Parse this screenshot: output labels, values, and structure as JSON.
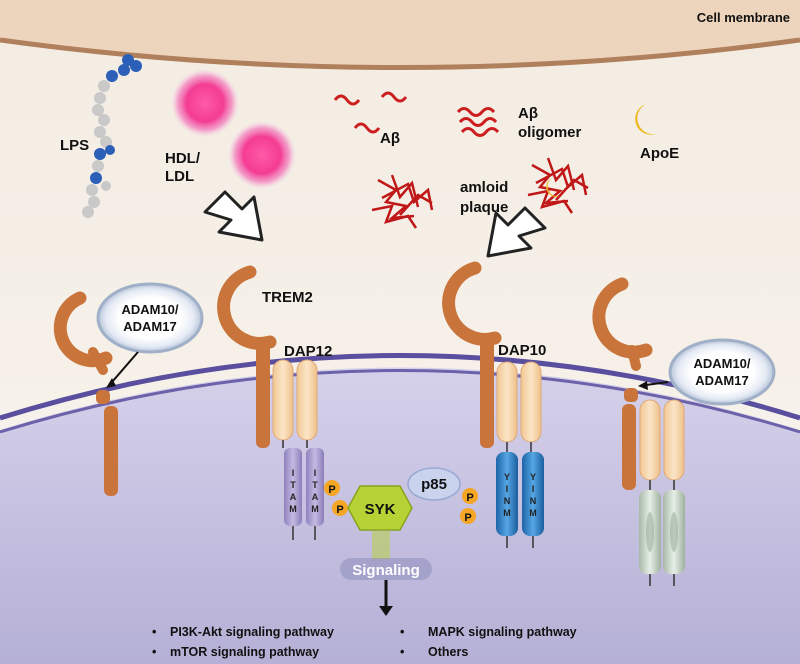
{
  "labels": {
    "cell_membrane": "Cell membrane",
    "lps": "LPS",
    "hdl_line1": "HDL/",
    "hdl_line2": "LDL",
    "abeta": "Aβ",
    "abeta_oligomer_line1": "Aβ",
    "abeta_oligomer_line2": "oligomer",
    "apoe": "ApoE",
    "amyloid_line1": "amloid",
    "amyloid_line2": "plaque",
    "trem2": "TREM2",
    "dap12": "DAP12",
    "dap10": "DAP10",
    "adam_left_line1": "ADAM10/",
    "adam_left_line2": "ADAM17",
    "adam_right_line1": "ADAM10/",
    "adam_right_line2": "ADAM17",
    "p85": "p85",
    "syk": "SYK",
    "signaling": "Signaling",
    "p": "P",
    "itam": "ITAM",
    "yinm": "YINM"
  },
  "pathways": [
    "PI3K-Akt signaling pathway",
    "mTOR signaling pathway",
    "MAPK signaling pathway",
    "Others"
  ],
  "colors": {
    "trem2": "#c8743a",
    "dap": "#f5d3a8",
    "itam": "#a89ccc",
    "yinm": "#2e7fc4",
    "syk": "#b5d334",
    "phospho": "#f5a623",
    "abeta": "#cc1e1e",
    "apoe": "#f0b820",
    "lipoprotein": "#f04a9a",
    "membrane_band": "#ecd2bb",
    "cytoplasm": "#b8b3d8"
  }
}
